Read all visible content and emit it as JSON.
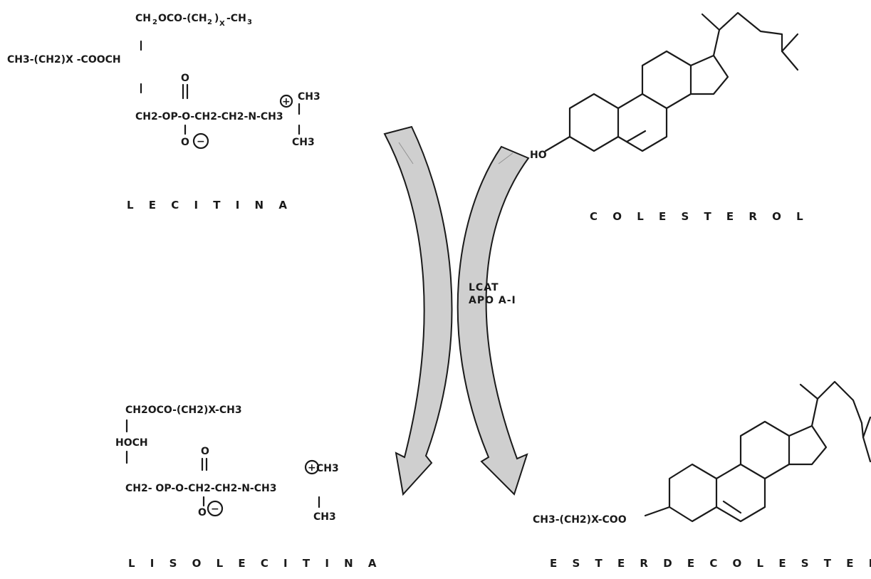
{
  "lecitina": {
    "label": "L E C I T I N A",
    "row1": "CH",
    "row1_sub1": "2",
    "row1_rest": "OCO-(CH",
    "row1_sub2": "2",
    "row1_tail": ")",
    "row1_x": "X",
    "row1_end": "-CH",
    "row1_sub3": "3",
    "row2": "CH3-(CH2)X -COOCH",
    "oxygen_top": "O",
    "row3": "CH2-OP-O-CH2-CH2-N-CH3",
    "methyl_top": "CH3",
    "methyl_bottom": "CH3",
    "oxide": "O",
    "plus": "+",
    "minus": "−"
  },
  "colesterol": {
    "label": "C O L E S T E R O L",
    "ho": "HO"
  },
  "enzyme": {
    "line1": "LCAT",
    "line2": "APO A-I"
  },
  "lisolecitina": {
    "label": "L I S O L E C I T I N A",
    "row1": "CH2OCO-(CH2)X-CH3",
    "row2": "HOCH",
    "oxygen_top": "O",
    "row3": "CH2- OP-O-CH2-CH2-N-CH3",
    "methyl_top": "CH3",
    "methyl_bottom": "CH3",
    "oxide": "O",
    "plus": "+",
    "minus": "−"
  },
  "ester": {
    "label": "E S T E R   D E   C O L E S T E R O L",
    "group": "CH3-(CH2)X-COO"
  }
}
